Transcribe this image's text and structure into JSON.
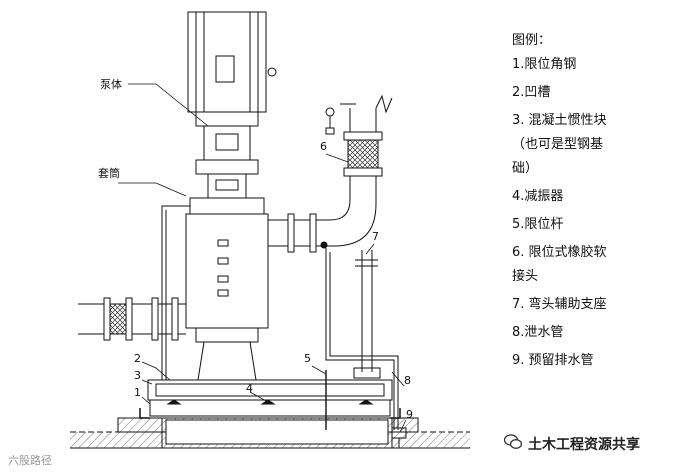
{
  "callouts": {
    "pump_body": "泵体",
    "sleeve": "套筒",
    "n1": "1",
    "n2": "2",
    "n3": "3",
    "n4": "4",
    "n5": "5",
    "n6": "6",
    "n7": "7",
    "n8": "8",
    "n9": "9"
  },
  "legend": {
    "title": "图例：",
    "items": [
      "1.限位角钢",
      "2.凹槽",
      "3.  混凝土惯性块",
      "（也可是型钢基",
      "础）",
      "4.减振器",
      "5.限位杆",
      "6.  限位式橡胶软",
      "接头",
      "7.  弯头辅助支座",
      "8.泄水管",
      "9.  预留排水管"
    ]
  },
  "watermarks": {
    "left": "六股路径",
    "right": "土木工程资源共享"
  }
}
